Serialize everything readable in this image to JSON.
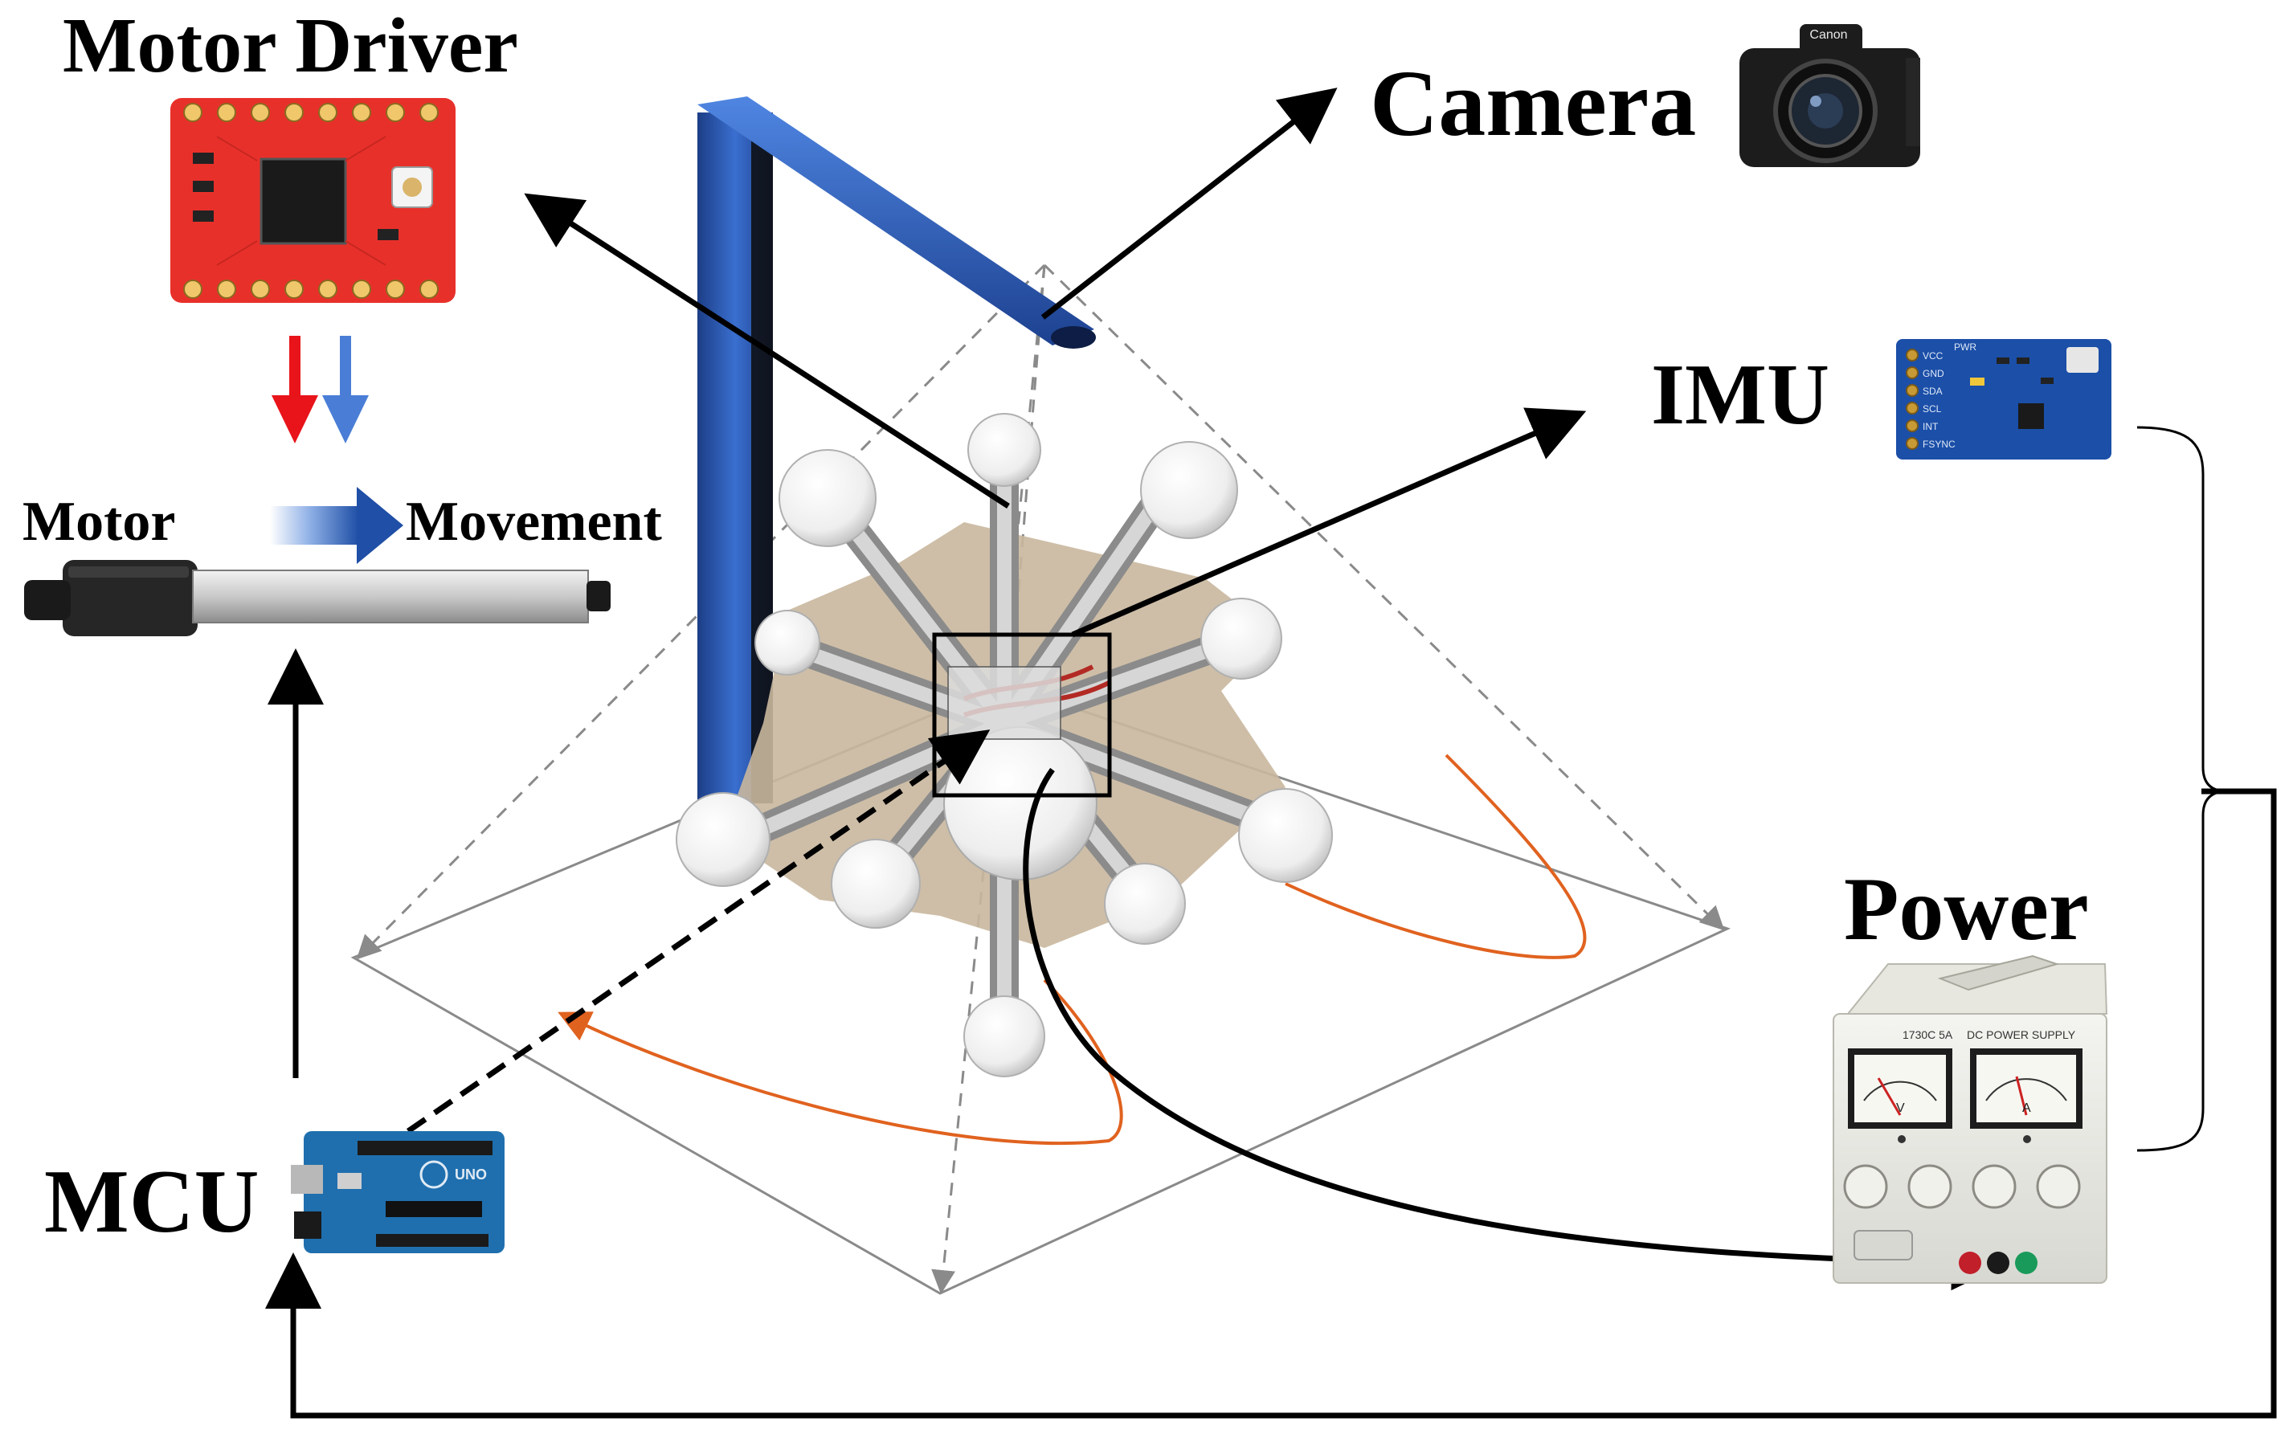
{
  "labels": {
    "motor_driver": "Motor Driver",
    "camera": "Camera",
    "imu": "IMU",
    "power": "Power",
    "motor": "Motor",
    "movement": "Movement",
    "mcu": "MCU"
  },
  "devices": {
    "camera_brand": "Canon",
    "arduino_board": "UNO",
    "power_supply_model": "1730C 5A",
    "power_supply_title": "DC POWER SUPPLY",
    "imu_pins": [
      "VCC",
      "GND",
      "SDA",
      "SCL",
      "INT",
      "FSYNC"
    ],
    "imu_marking": "PWR",
    "meter_v": "V",
    "meter_a": "A"
  },
  "colors": {
    "arrow": "#000000",
    "pyramid_lines": "#8a8a8a",
    "trajectory": "#e0621f",
    "frame_blue": "#2f5fb4",
    "motor_driver_board": "#e8302a",
    "arduino_board": "#1f6fae",
    "imu_board": "#1b4fa8",
    "red_arrow": "#e8141a",
    "blue_arrow": "#4a7ed6"
  }
}
